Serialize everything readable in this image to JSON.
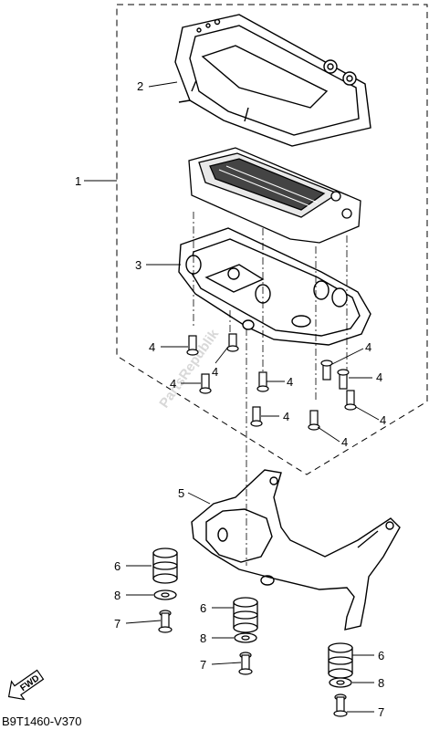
{
  "diagram": {
    "callouts": [
      {
        "id": "c1",
        "label": "1"
      },
      {
        "id": "c2",
        "label": "2"
      },
      {
        "id": "c3",
        "label": "3"
      },
      {
        "id": "c4a",
        "label": "4"
      },
      {
        "id": "c4b",
        "label": "4"
      },
      {
        "id": "c4c",
        "label": "4"
      },
      {
        "id": "c4d",
        "label": "4"
      },
      {
        "id": "c4e",
        "label": "4"
      },
      {
        "id": "c4f",
        "label": "4"
      },
      {
        "id": "c4g",
        "label": "4"
      },
      {
        "id": "c4h",
        "label": "4"
      },
      {
        "id": "c4i",
        "label": "4"
      },
      {
        "id": "c5",
        "label": "5"
      },
      {
        "id": "c6a",
        "label": "6"
      },
      {
        "id": "c6b",
        "label": "6"
      },
      {
        "id": "c6c",
        "label": "6"
      },
      {
        "id": "c7a",
        "label": "7"
      },
      {
        "id": "c7b",
        "label": "7"
      },
      {
        "id": "c7c",
        "label": "7"
      },
      {
        "id": "c8a",
        "label": "8"
      },
      {
        "id": "c8b",
        "label": "8"
      },
      {
        "id": "c8c",
        "label": "8"
      }
    ],
    "fwd_label": "FWD",
    "drawing_code": "B9T1460-V370",
    "watermark": "PartsRepublik"
  }
}
